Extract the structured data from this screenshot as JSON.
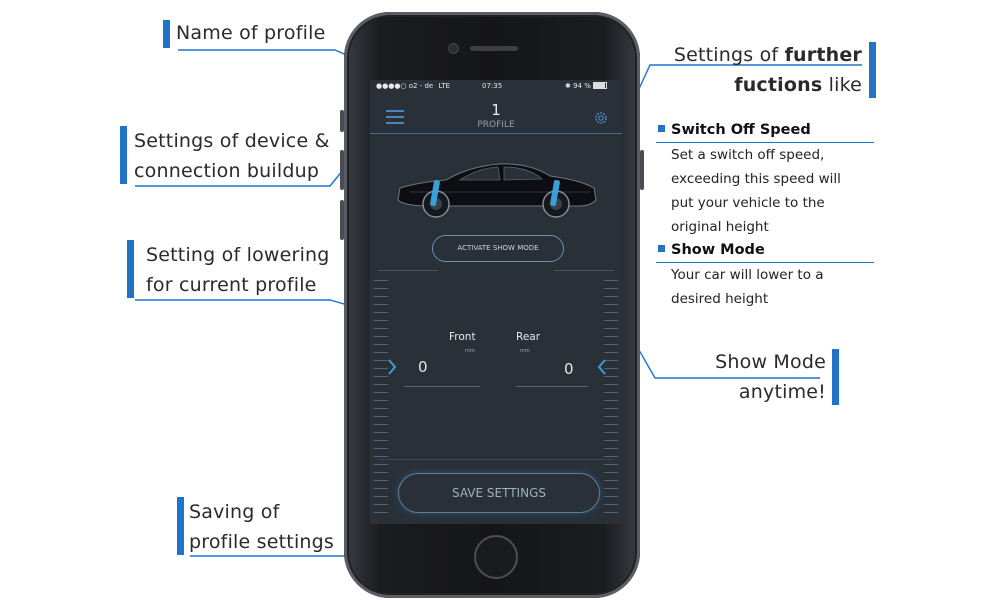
{
  "callouts": {
    "name_of_profile": "Name of profile",
    "device_settings_line1": "Settings of device &",
    "device_settings_line2": "connection buildup",
    "lowering_line1": "Setting of lowering",
    "lowering_line2": "for current profile",
    "saving_line1": "Saving of",
    "saving_line2": "profile settings",
    "further_line1_a": "Settings of ",
    "further_line1_b": "further",
    "further_line2_a": "fuctions",
    "further_line2_b": " like",
    "show_mode_line1": "Show Mode",
    "show_mode_line2": "anytime!"
  },
  "features": [
    {
      "title": "Switch Off Speed",
      "lines": [
        "Set a switch off speed,",
        "exceeding this speed will",
        "put your vehicle to the",
        "original height"
      ]
    },
    {
      "title": "Show Mode",
      "lines": [
        "Your car will lower to a",
        "desired height"
      ]
    }
  ],
  "app": {
    "status": {
      "carrier": "●●●●○ o2 - de",
      "network": "LTE",
      "time": "07:35",
      "battery": "94 %"
    },
    "profile_number": "1",
    "profile_label": "PROFILE",
    "show_mode_button": "ACTIVATE SHOW MODE",
    "front_label": "Front",
    "rear_label": "Rear",
    "unit": "mm",
    "front_value": "0",
    "rear_value": "0",
    "save_button": "SAVE SETTINGS"
  },
  "colors": {
    "accent": "#1f73c9",
    "screen_bg": "#293038",
    "highlight": "#3aa0d8"
  },
  "icons": [
    "menu-icon",
    "gear-icon",
    "chevron-right-icon",
    "chevron-left-icon",
    "car-image"
  ]
}
